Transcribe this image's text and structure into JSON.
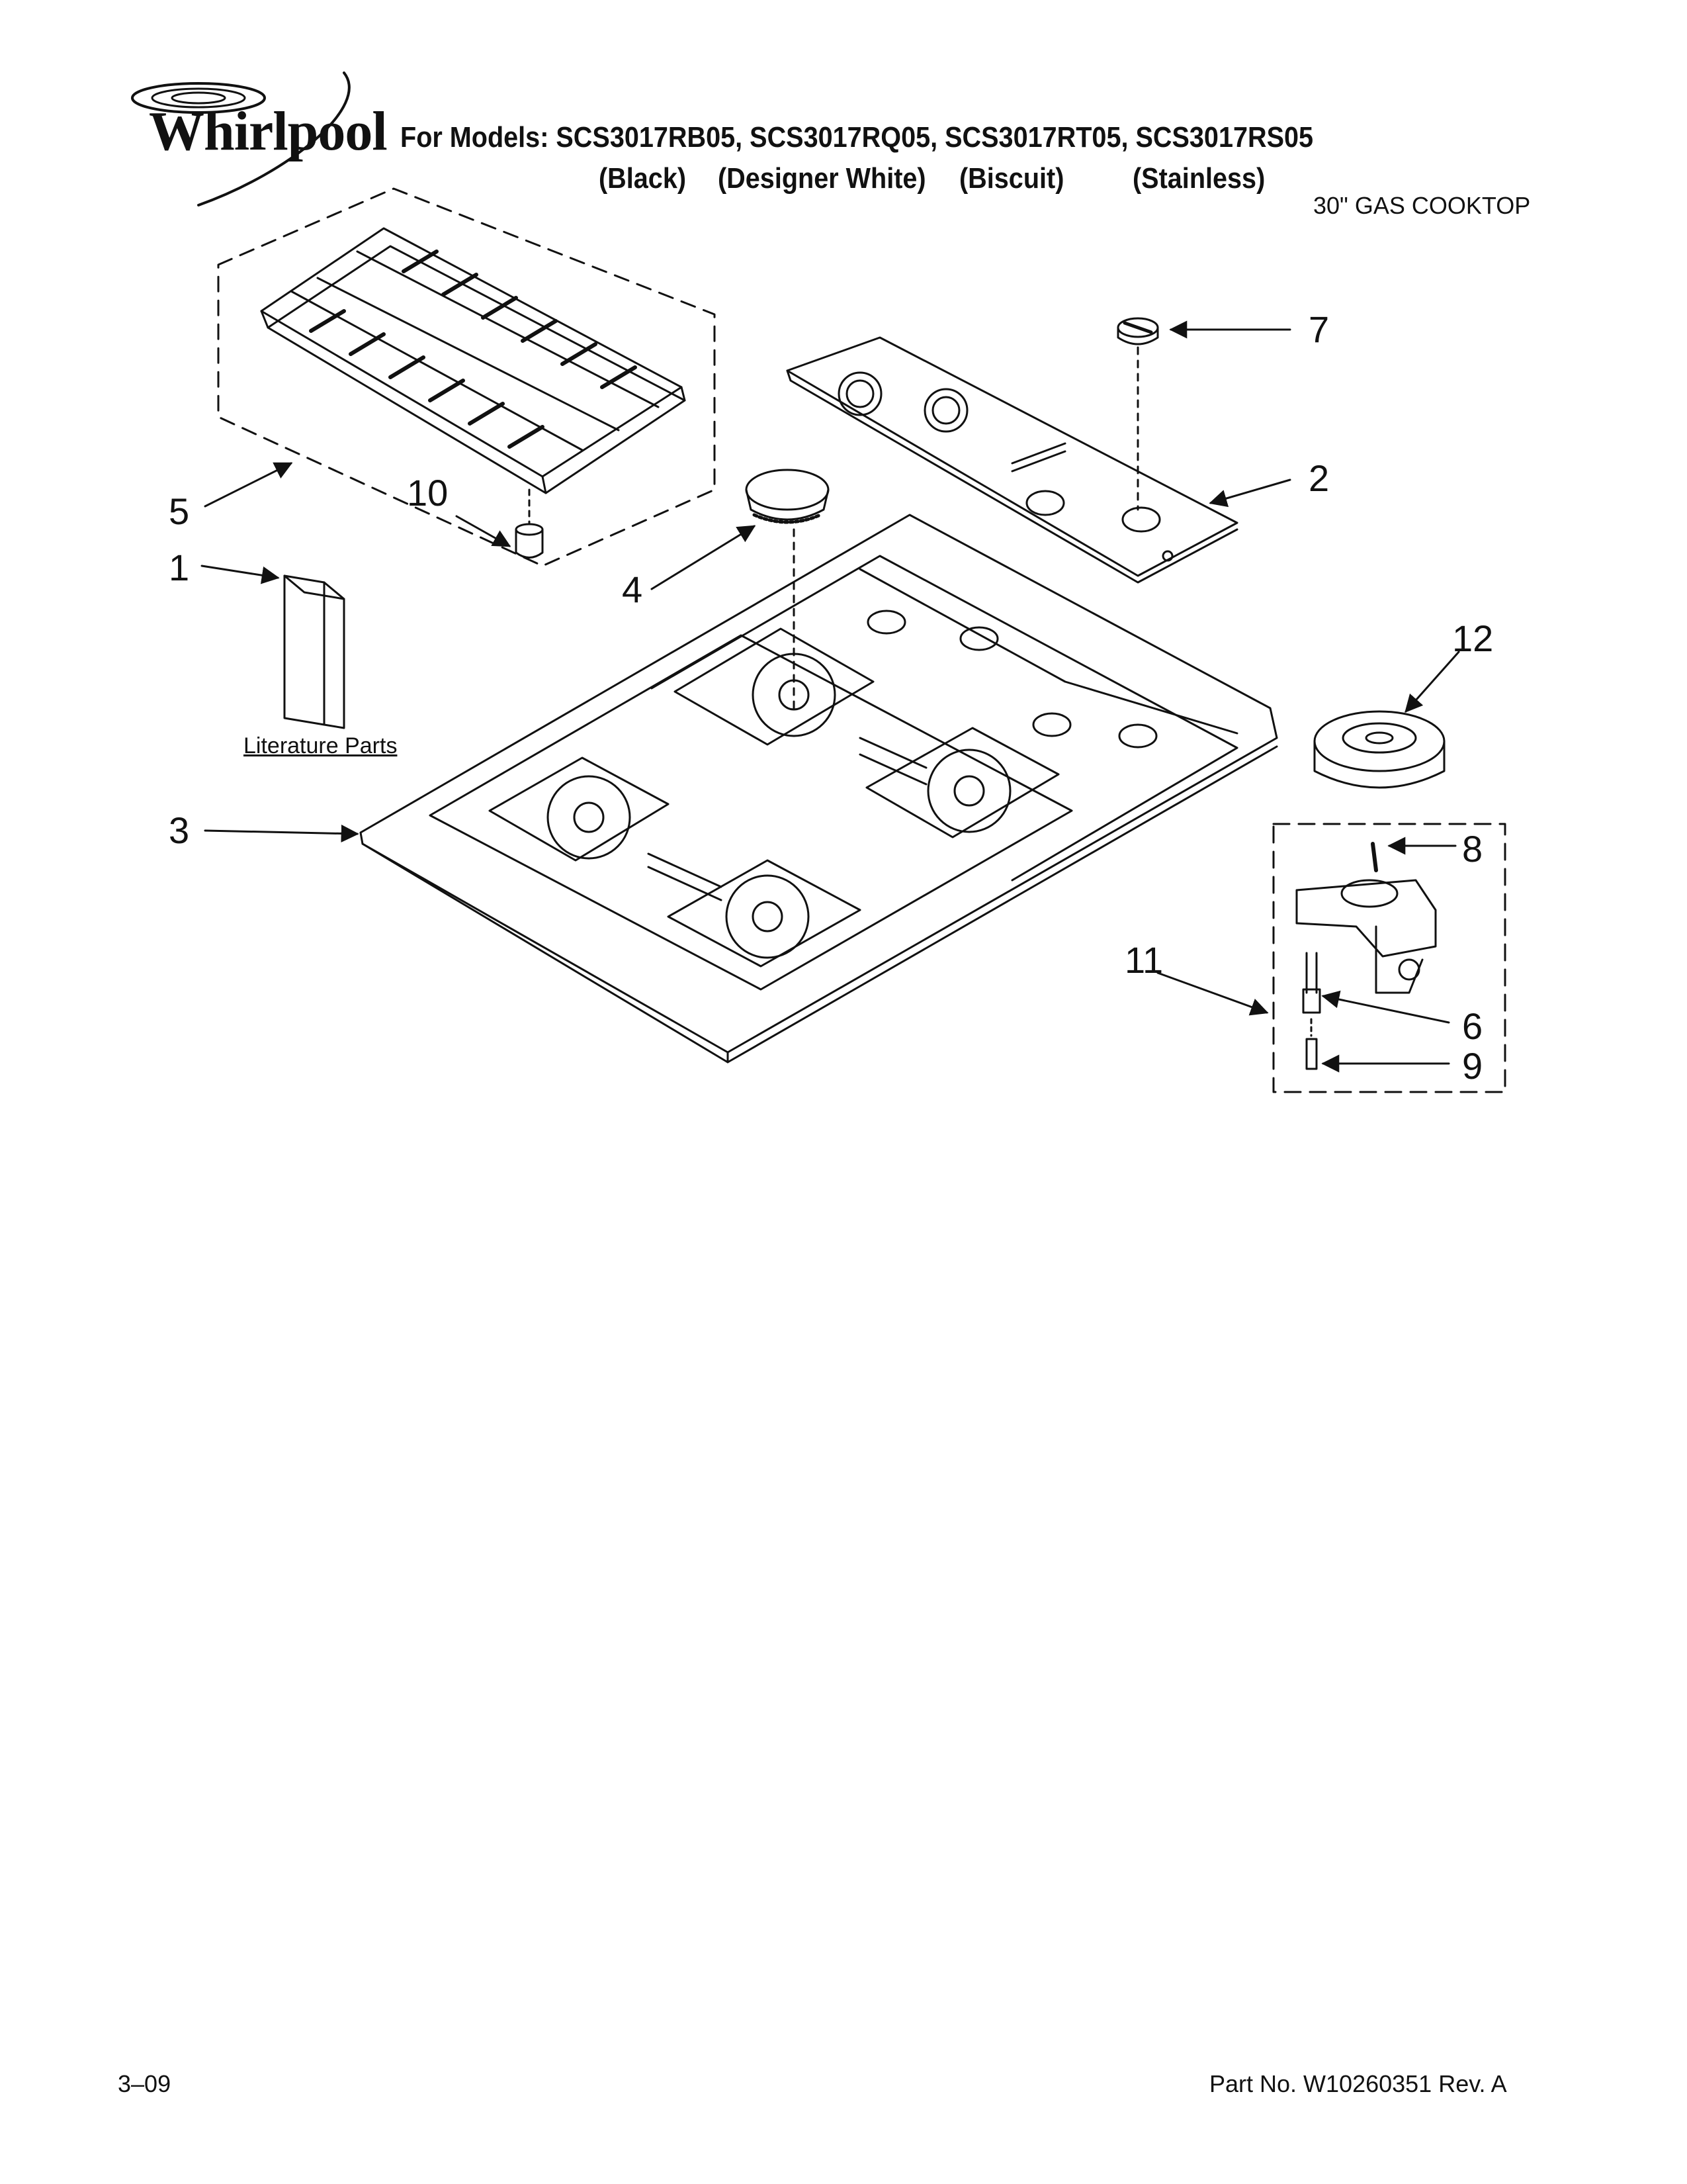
{
  "header": {
    "brand": "Whirlpool",
    "models_line": "For Models: SCS3017RB05, SCS3017RQ05, SCS3017RT05, SCS3017RS05",
    "colors": [
      "(Black)",
      "(Designer White)",
      "(Biscuit)",
      "(Stainless)"
    ],
    "subtitle": "30\" GAS COOKTOP"
  },
  "callouts": {
    "c1": "1",
    "c2": "2",
    "c3": "3",
    "c4": "4",
    "c5": "5",
    "c6": "6",
    "c7": "7",
    "c8": "8",
    "c9": "9",
    "c10": "10",
    "c11": "11",
    "c12": "12"
  },
  "literature_label": "Literature Parts",
  "footer": {
    "date": "3–09",
    "part_no": "Part No. W10260351 Rev. A"
  },
  "colors_style": {
    "ink": "#111111",
    "paper": "#ffffff"
  }
}
